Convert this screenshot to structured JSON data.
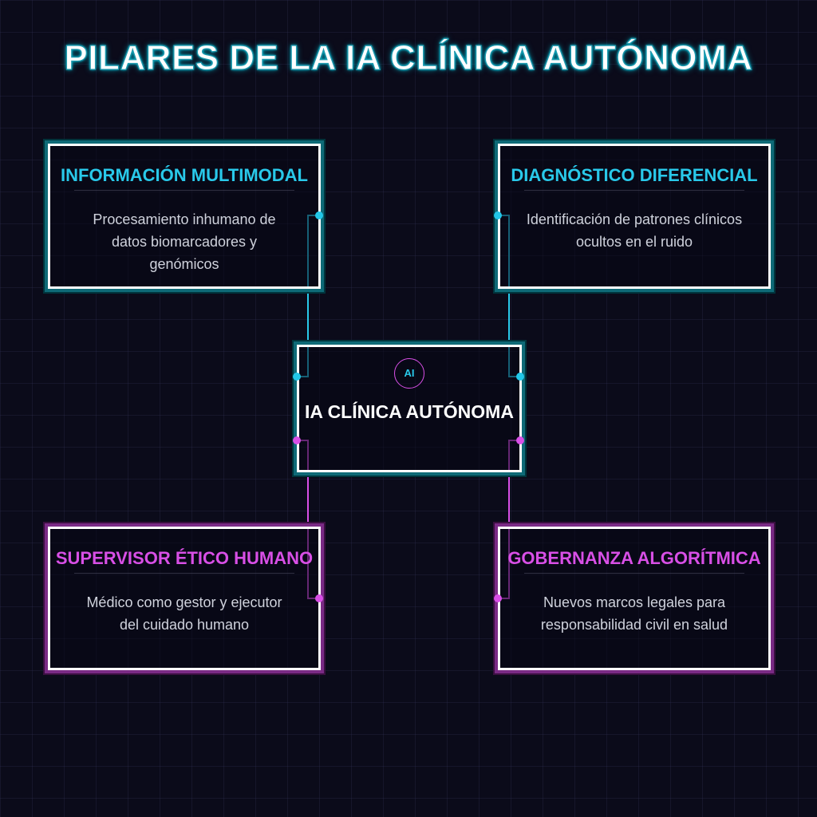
{
  "title": "PILARES DE LA IA CLÍNICA AUTÓNOMA",
  "center": {
    "badge": "AI",
    "label": "IA CLÍNICA AUTÓNOMA"
  },
  "pillars": [
    {
      "title": "INFORMACIÓN MULTIMODAL",
      "description": "Procesamiento inhumano de datos biomarcadores y genómicos"
    },
    {
      "title": "DIAGNÓSTICO DIFERENCIAL",
      "description": "Identificación de patrones clínicos ocultos en el ruido"
    },
    {
      "title": "SUPERVISOR ÉTICO HUMANO",
      "description": "Médico como gestor y ejecutor del cuidado humano"
    },
    {
      "title": "GOBERNANZA ALGORÍTMICA",
      "description": "Nuevos marcos legales para responsabilidad civil en salud"
    }
  ],
  "colors": {
    "cyan": "#29c9ea",
    "magenta": "#d84fe6",
    "background": "#0b0b1a"
  }
}
